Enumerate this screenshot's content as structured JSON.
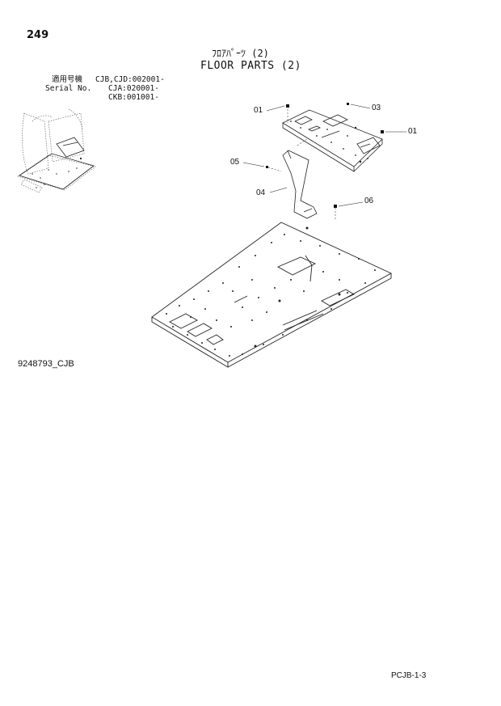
{
  "page_number": "249",
  "title_jp": "ﾌﾛｱﾊﾟｰﾂ (2)",
  "title_en": "FLOOR PARTS (2)",
  "serial_label_jp": "適用号機",
  "serial_label_en": "Serial No.",
  "serials": [
    "CJB,CJD:002001-",
    "CJA:020001-",
    "CKB:001001-"
  ],
  "callouts": [
    "01",
    "03",
    "01",
    "05",
    "04",
    "06"
  ],
  "drawing_id": "9248793_CJB",
  "page_code": "PCJB-1-3"
}
